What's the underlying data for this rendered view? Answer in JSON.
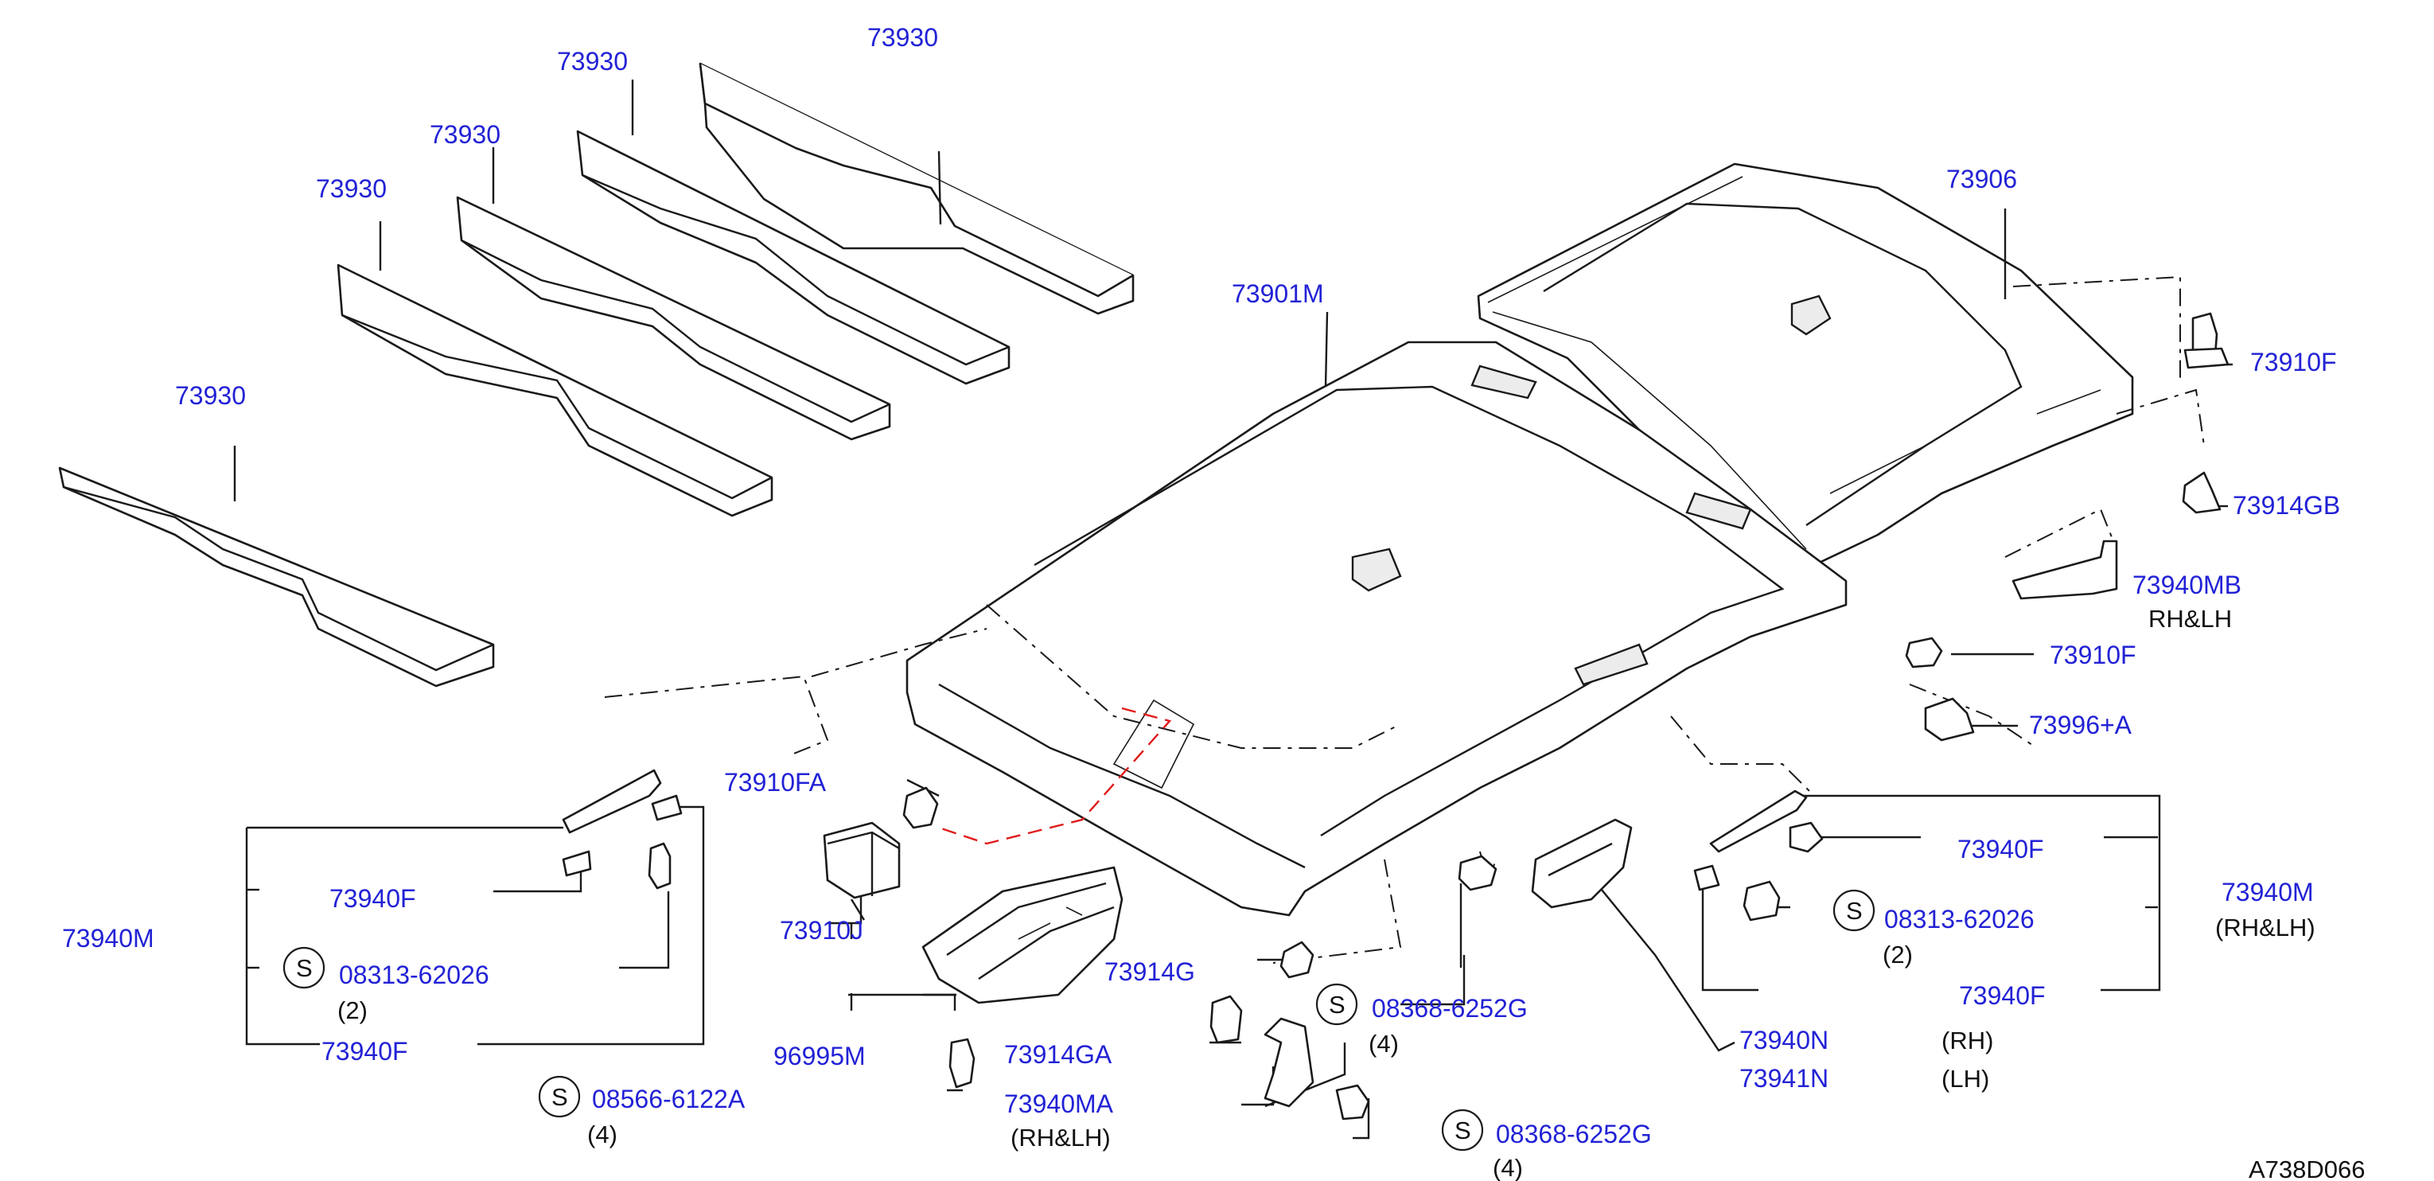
{
  "labels": {
    "pad_1": "73930",
    "pad_2": "73930",
    "pad_3": "73930",
    "pad_4": "73930",
    "pad_5": "73930",
    "headlining_front": "73901M",
    "headlining_rear": "73906",
    "clip_73910F_top": "73910F",
    "clip_73910F_mid": "73910F",
    "clip_73914GB": "73914GB",
    "grip_73940MB_partial": "73940MB",
    "rhlh_partial": "RH&LH",
    "clip_73996A": "73996+A",
    "clip_73910FA": "73910FA",
    "pad_73910J": "73910J",
    "left_grip_assy": "73940M",
    "left_73940F_upper": "73940F",
    "left_screw_code": "08313-62026",
    "left_screw_qty": "(2)",
    "left_73940F_lower": "73940F",
    "screw_08566": "08566-6122A",
    "screw_08566_qty": "(4)",
    "lamp_96995M": "96995M",
    "clip_73914G": "73914G",
    "clip_73914GA": "73914GA",
    "grip_73940MA": "73940MA",
    "grip_73940MA_side": "(RH&LH)",
    "screw_08368_a": "08368-6252G",
    "screw_08368_a_qty": "(4)",
    "screw_08368_b": "08368-6252G",
    "screw_08368_b_qty": "(4)",
    "grip_73940N": "73940N",
    "grip_73940N_side": "(RH)",
    "grip_73941N": "73941N",
    "grip_73941N_side": "(LH)",
    "right_73940F_upper": "73940F",
    "right_screw_code": "08313-62026",
    "right_screw_qty": "(2)",
    "right_73940F_lower": "73940F",
    "right_grip_assy": "73940M",
    "right_grip_assy_side": "(RH&LH)",
    "drawing_code": "A738D066"
  },
  "symbols": {
    "screw_marker": "S"
  },
  "colors": {
    "part_number": "#2222d6",
    "line": "#1a1a1a",
    "highlight_dash": "#e01b1b",
    "background": "#ffffff"
  }
}
